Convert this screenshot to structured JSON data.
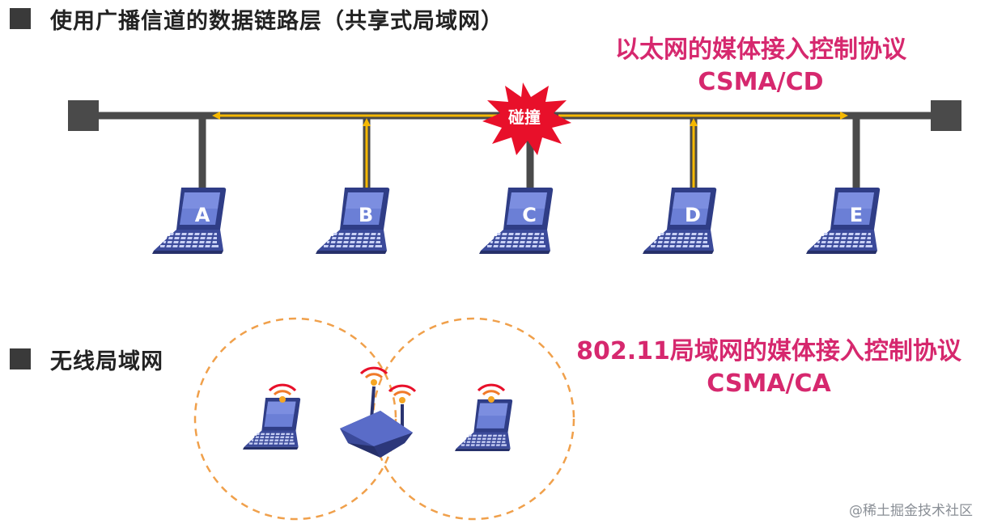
{
  "section_wired": {
    "title": "使用广播信道的数据链路层（共享式局域网）",
    "protocol_line1": "以太网的媒体接入控制协议",
    "protocol_line2": "CSMA/CD",
    "collision_label": "碰撞",
    "hosts": [
      "A",
      "B",
      "C",
      "D",
      "E"
    ]
  },
  "section_wireless": {
    "title": "无线局域网",
    "protocol_line1": "802.11局域网的媒体接入控制协议",
    "protocol_line2": "CSMA/CA"
  },
  "watermark": "@稀土掘金技术社区",
  "colors": {
    "bus": "#4a4a4a",
    "signal": "#f5b800",
    "protocol_text": "#d6286e",
    "collision": "#e8102a",
    "coverage": "#f0a04b",
    "laptop": "#3b4a9a"
  },
  "icons": {
    "laptop": "laptop-icon",
    "router": "wireless-router-icon",
    "wifi": "wifi-signal-icon",
    "collision": "collision-burst-icon",
    "terminator": "bus-terminator-icon"
  }
}
